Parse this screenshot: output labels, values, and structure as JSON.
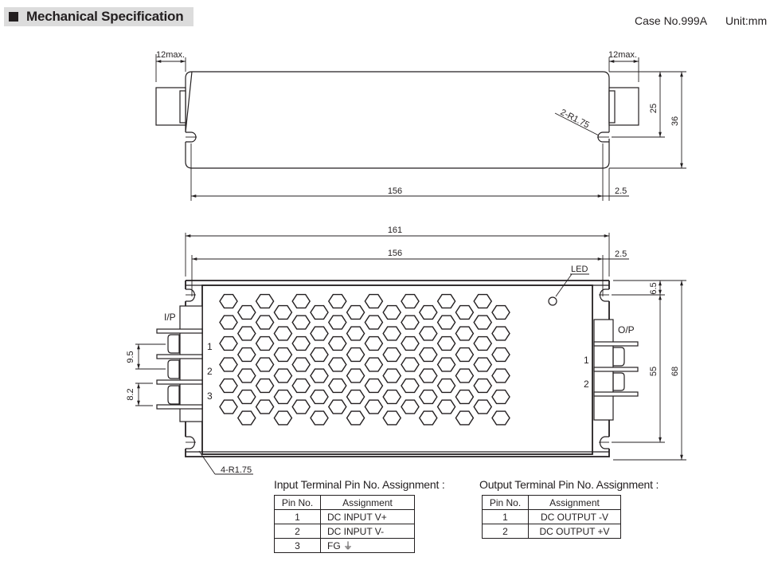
{
  "header": {
    "section_title": "Mechanical Specification",
    "case_no": "Case No.999A",
    "unit": "Unit:mm"
  },
  "side_view": {
    "terminal_left_label": "12max.",
    "terminal_right_label": "12max.",
    "mount_hole_label": "2-R1.75",
    "length_label": "156",
    "offset_label": "2.5",
    "terminal_height_label": "25",
    "total_height_label": "36"
  },
  "top_view": {
    "overall_length_label": "161",
    "hole_pitch_label": "156",
    "offset_label": "2.5",
    "led_label": "LED",
    "input_label": "I/P",
    "output_label": "O/P",
    "input_pin_numbers": [
      "1",
      "2",
      "3"
    ],
    "output_pin_numbers": [
      "1",
      "2"
    ],
    "input_pitch_1_label": "9.5",
    "input_pitch_2_label": "8.2",
    "mount_hole_label": "4-R1.75",
    "hole_edge_offset_label": "6.5",
    "hole_pitch_vertical_label": "55",
    "total_width_label": "68",
    "perforation": {
      "columns": 16,
      "rows_odd_column": 6,
      "rows_even_column": 6
    }
  },
  "input_table": {
    "caption": "Input Terminal Pin No.  Assignment :",
    "headers": [
      "Pin No.",
      "Assignment"
    ],
    "rows": [
      {
        "pin": "1",
        "assignment": "DC INPUT V+"
      },
      {
        "pin": "2",
        "assignment": "DC INPUT V-"
      },
      {
        "pin": "3",
        "assignment": "FG ⏚"
      }
    ]
  },
  "output_table": {
    "caption": "Output Terminal Pin No.  Assignment :",
    "headers": [
      "Pin No.",
      "Assignment"
    ],
    "rows": [
      {
        "pin": "1",
        "assignment": "DC OUTPUT -V"
      },
      {
        "pin": "2",
        "assignment": "DC OUTPUT +V"
      }
    ]
  }
}
